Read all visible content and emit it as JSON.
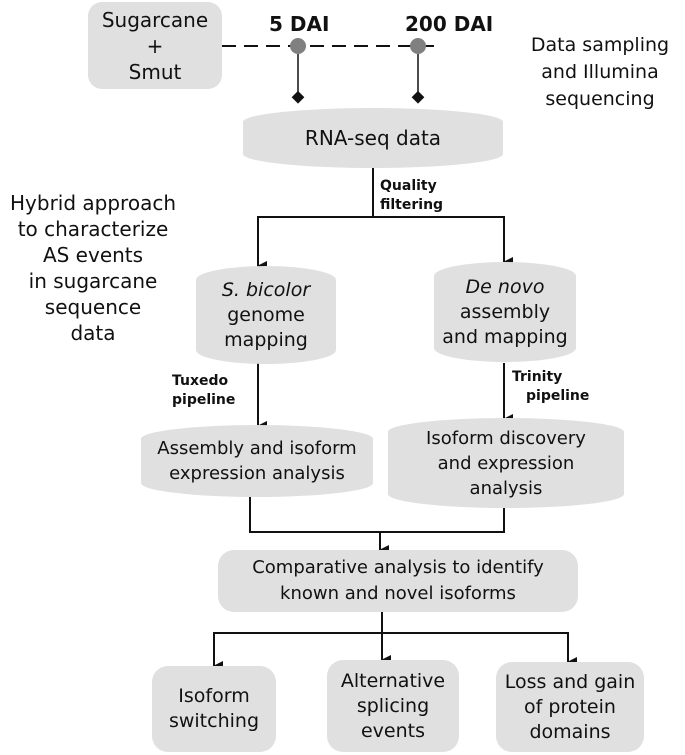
{
  "sample": {
    "line1": "Sugarcane",
    "line2": "+",
    "line3": "Smut"
  },
  "timepoints": [
    "5 DAI",
    "200 DAI"
  ],
  "sampling_note": [
    "Data sampling",
    "and Illumina",
    "sequencing"
  ],
  "rnaseq": "RNA-seq data",
  "quality": [
    "Quality",
    "filtering"
  ],
  "approach_note": [
    "Hybrid approach",
    "to characterize",
    "AS events",
    "in sugarcane",
    "sequence",
    "data"
  ],
  "left_branch": {
    "mapping": [
      "S. bicolor",
      "genome",
      "mapping"
    ],
    "pipeline": [
      "Tuxedo",
      "pipeline"
    ],
    "analysis": [
      "Assembly and isoform",
      "expression analysis"
    ]
  },
  "right_branch": {
    "mapping": [
      "De novo",
      "assembly",
      "and mapping"
    ],
    "pipeline": [
      "Trinity",
      "pipeline"
    ],
    "analysis": [
      "Isoform discovery",
      "and expression",
      "analysis"
    ]
  },
  "comparative": [
    "Comparative analysis to identify",
    "known and novel isoforms"
  ],
  "outcomes": [
    [
      "Isoform",
      "switching"
    ],
    [
      "Alternative",
      "splicing",
      "events"
    ],
    [
      "Loss and gain",
      "of protein",
      "domains"
    ]
  ]
}
